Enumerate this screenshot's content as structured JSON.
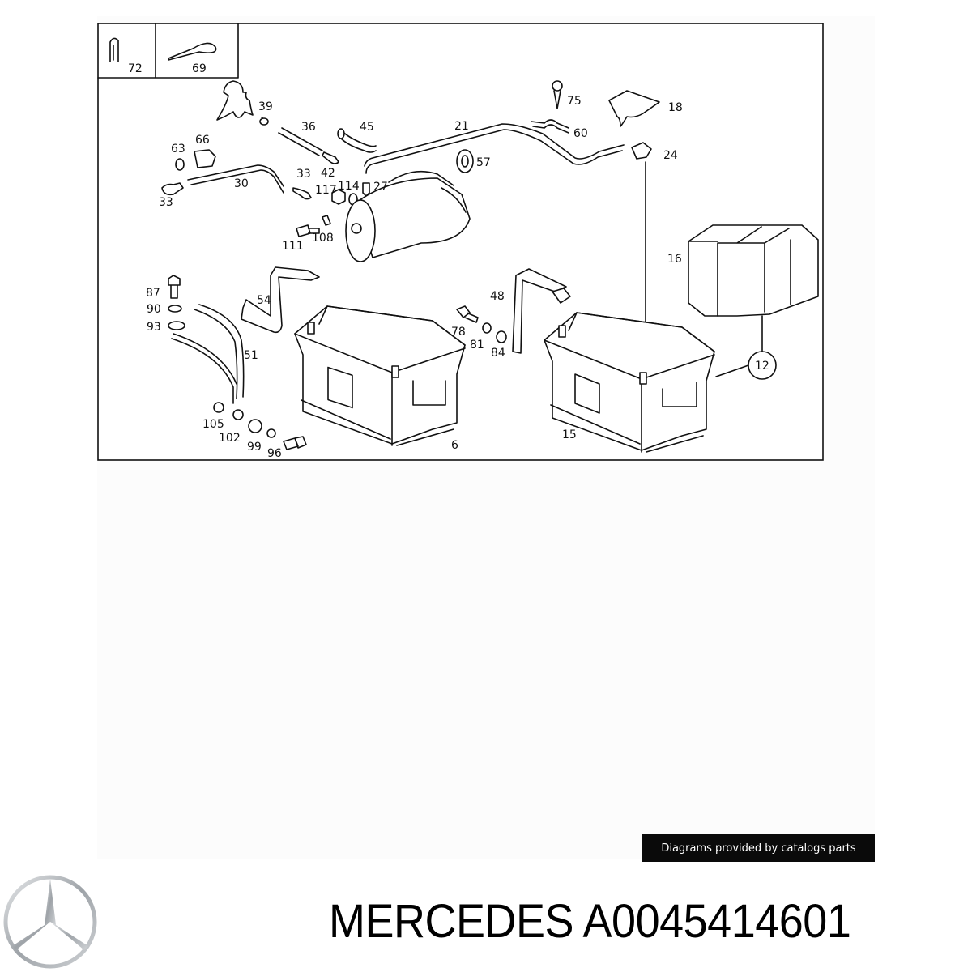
{
  "diagram": {
    "labels": [
      "72",
      "69",
      "39",
      "36",
      "45",
      "21",
      "75",
      "60",
      "18",
      "24",
      "63",
      "66",
      "57",
      "33",
      "42",
      "30",
      "117",
      "114",
      "27",
      "33",
      "111",
      "108",
      "16",
      "87",
      "54",
      "48",
      "90",
      "93",
      "78",
      "81",
      "84",
      "51",
      "12",
      "105",
      "102",
      "15",
      "6",
      "99",
      "96"
    ]
  },
  "banner": {
    "text": "Diagrams provided by catalogs parts"
  },
  "brand": {
    "logo_name": "Mercedes-Benz star",
    "title": "MERCEDES A0045414601"
  }
}
